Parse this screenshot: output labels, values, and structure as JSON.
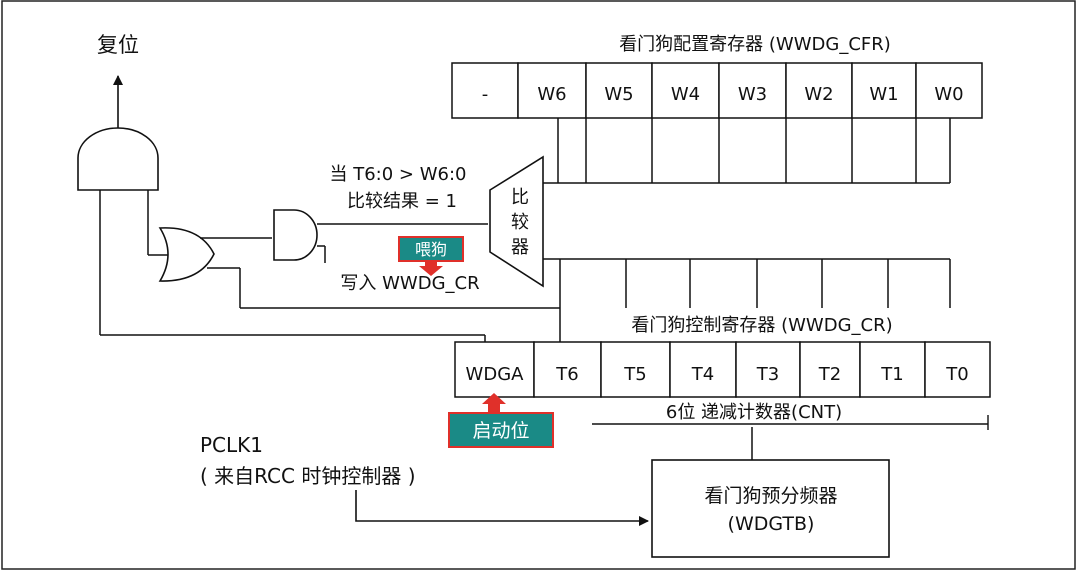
{
  "labels": {
    "reset": "复位",
    "cfr_title": "看门狗配置寄存器 (WWDG_CFR)",
    "cr_title": "看门狗控制寄存器 (WWDG_CR)",
    "compare_cond": "当 T6:0 > W6:0",
    "compare_result": "比较结果 = 1",
    "comparator": [
      "比",
      "较",
      "器"
    ],
    "write_cr": "写入  WWDG_CR",
    "feed_dog": "喂狗",
    "enable_bit": "启动位",
    "counter": "6位  递减计数器(CNT)",
    "pclk": "PCLK1",
    "pclk_src": "( 来自RCC 时钟控制器 )",
    "prescaler_title": "看门狗预分频器",
    "prescaler_reg": "(WDGTB)"
  },
  "cfr_bits": [
    "-",
    "W6",
    "W5",
    "W4",
    "W3",
    "W2",
    "W1",
    "W0"
  ],
  "cr_bits": [
    "WDGA",
    "T6",
    "T5",
    "T4",
    "T3",
    "T2",
    "T1",
    "T0"
  ],
  "colors": {
    "callout_fill": "#1a8a86",
    "callout_border": "#e0302a",
    "line": "#111111"
  }
}
